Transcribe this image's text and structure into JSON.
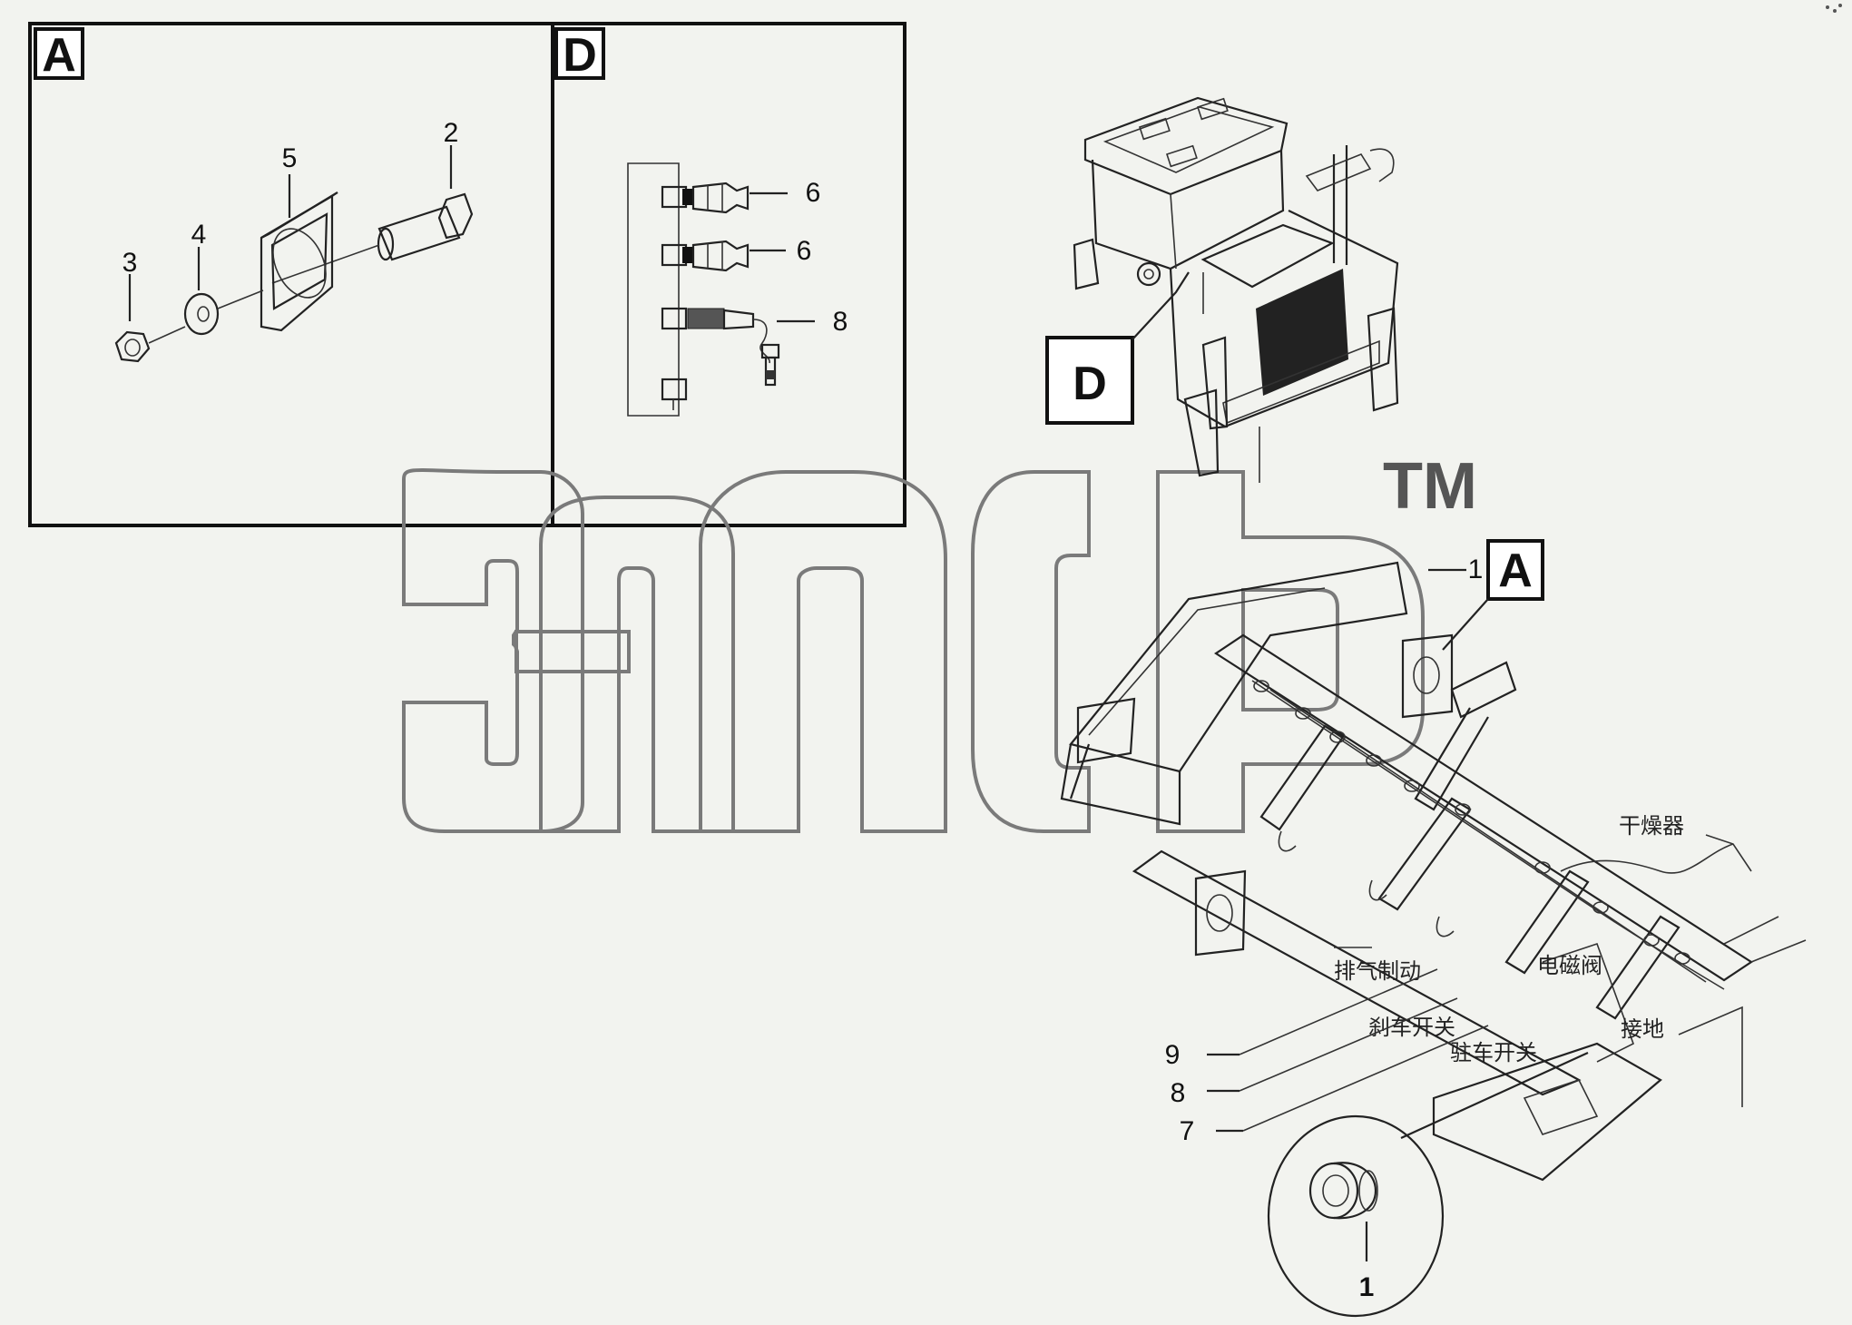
{
  "detail_a": {
    "tag": "A",
    "callouts": {
      "c2": "2",
      "c3": "3",
      "c4": "4",
      "c5": "5"
    }
  },
  "detail_d": {
    "tag": "D",
    "callouts": {
      "c6a": "6",
      "c6b": "6",
      "c8": "8"
    }
  },
  "main_view": {
    "tag_d": "D",
    "tag_a": "A",
    "callout_1_top": "1",
    "callout_9": "9",
    "callout_8": "8",
    "callout_7": "7",
    "callout_1_bottom": "1",
    "chinese_labels": {
      "dryer": "干燥器",
      "exhaust_brake": "排气制动",
      "solenoid_valve": "电磁阀",
      "brake_switch": "刹车开关",
      "parking_switch": "驻车开关",
      "ground": "接地"
    }
  },
  "watermark": {
    "text": "Эпср",
    "tm": "TM"
  }
}
